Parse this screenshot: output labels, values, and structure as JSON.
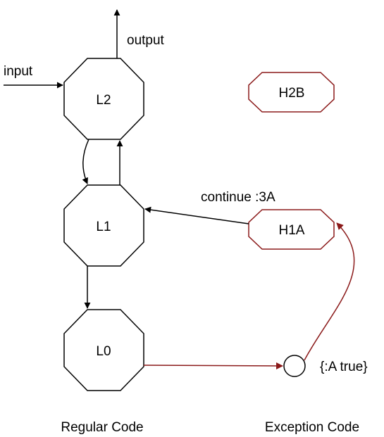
{
  "nodes": {
    "l2": "L2",
    "l1": "L1",
    "l0": "L0",
    "h2b": "H2B",
    "h1a": "H1A"
  },
  "labels": {
    "input": "input",
    "output": "output",
    "continue": "continue :3A",
    "condition": "{:A true}",
    "regular": "Regular Code",
    "exception": "Exception Code"
  },
  "colors": {
    "regular_stroke": "#000000",
    "exception_stroke": "#8b1a1a",
    "fill": "#ffffff"
  }
}
